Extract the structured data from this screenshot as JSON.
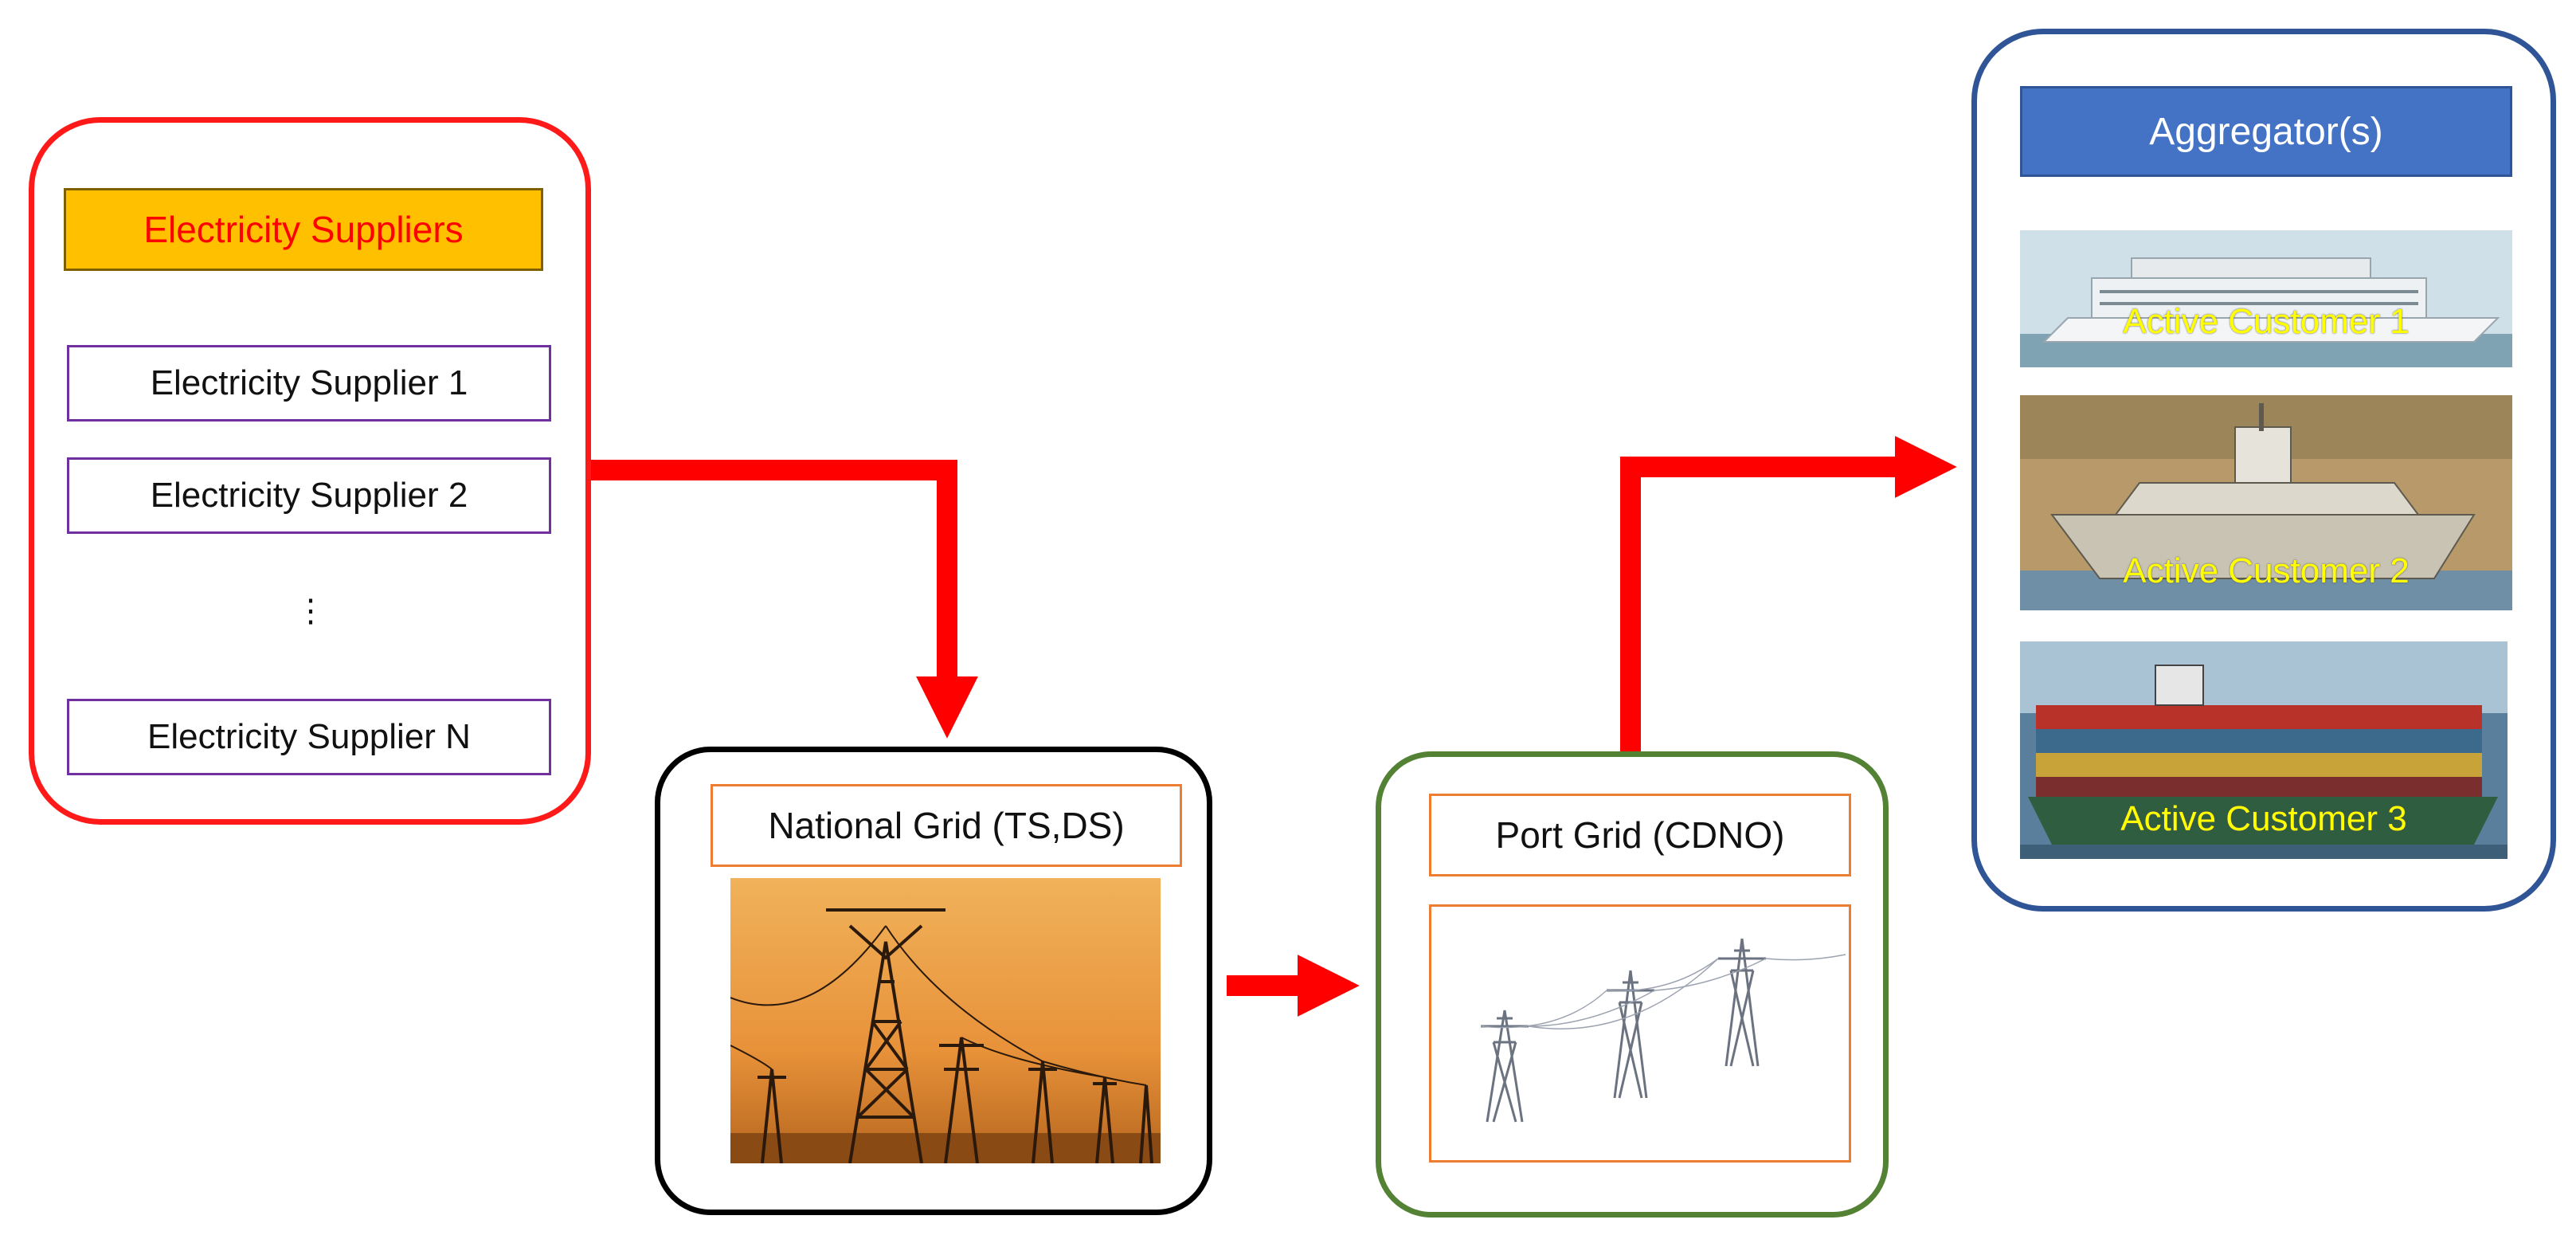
{
  "suppliers": {
    "title": "Electricity Suppliers",
    "items": [
      "Electricity Supplier 1",
      "Electricity Supplier 2",
      "Electricity Supplier N"
    ],
    "ellipsis": "⋮"
  },
  "national_grid": {
    "title": "National Grid (TS,DS)"
  },
  "port_grid": {
    "title": "Port Grid (CDNO)"
  },
  "aggregator": {
    "title": "Aggregator(s)",
    "customers": [
      "Active Customer 1",
      "Active Customer 2",
      "Active Customer 3"
    ]
  },
  "colors": {
    "arrow": "#ff0000",
    "suppliers_border": "#ff1a1a",
    "suppliers_title_bg": "#ffc000",
    "national_border": "#000000",
    "port_border": "#548235",
    "aggregator_border": "#2f5597",
    "aggregator_title_bg": "#4472c4",
    "customer_label": "#ffff00"
  }
}
